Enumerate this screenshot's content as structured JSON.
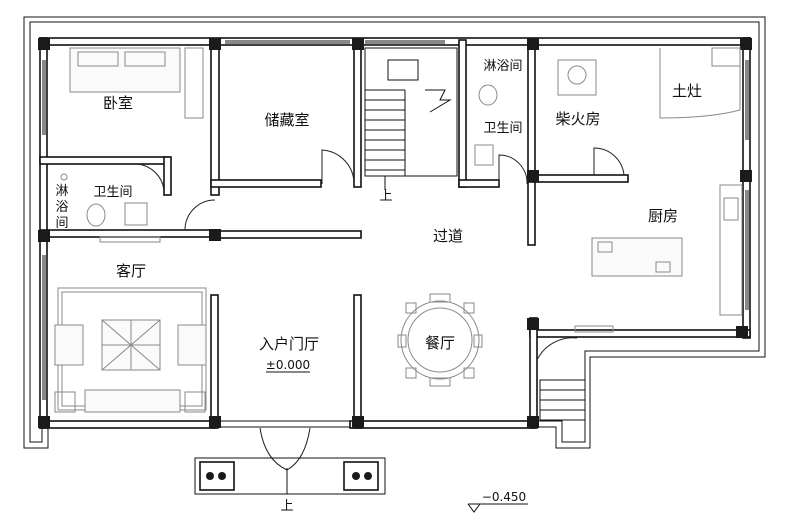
{
  "rooms": {
    "bedroom": "卧室",
    "storage": "储藏室",
    "shower_top": "淋浴间",
    "bath_right": "卫生间",
    "firewood": "柴火房",
    "stove": "土灶",
    "bath_left": "卫生间",
    "shower_left": "淋浴间",
    "corridor": "过道",
    "kitchen": "厨房",
    "living": "客厅",
    "entry": "入户门厅",
    "dining": "餐厅"
  },
  "marks": {
    "stair_up": "上",
    "entry_up": "上",
    "level_indoor": "±0.000",
    "level_outdoor": "−0.450"
  }
}
